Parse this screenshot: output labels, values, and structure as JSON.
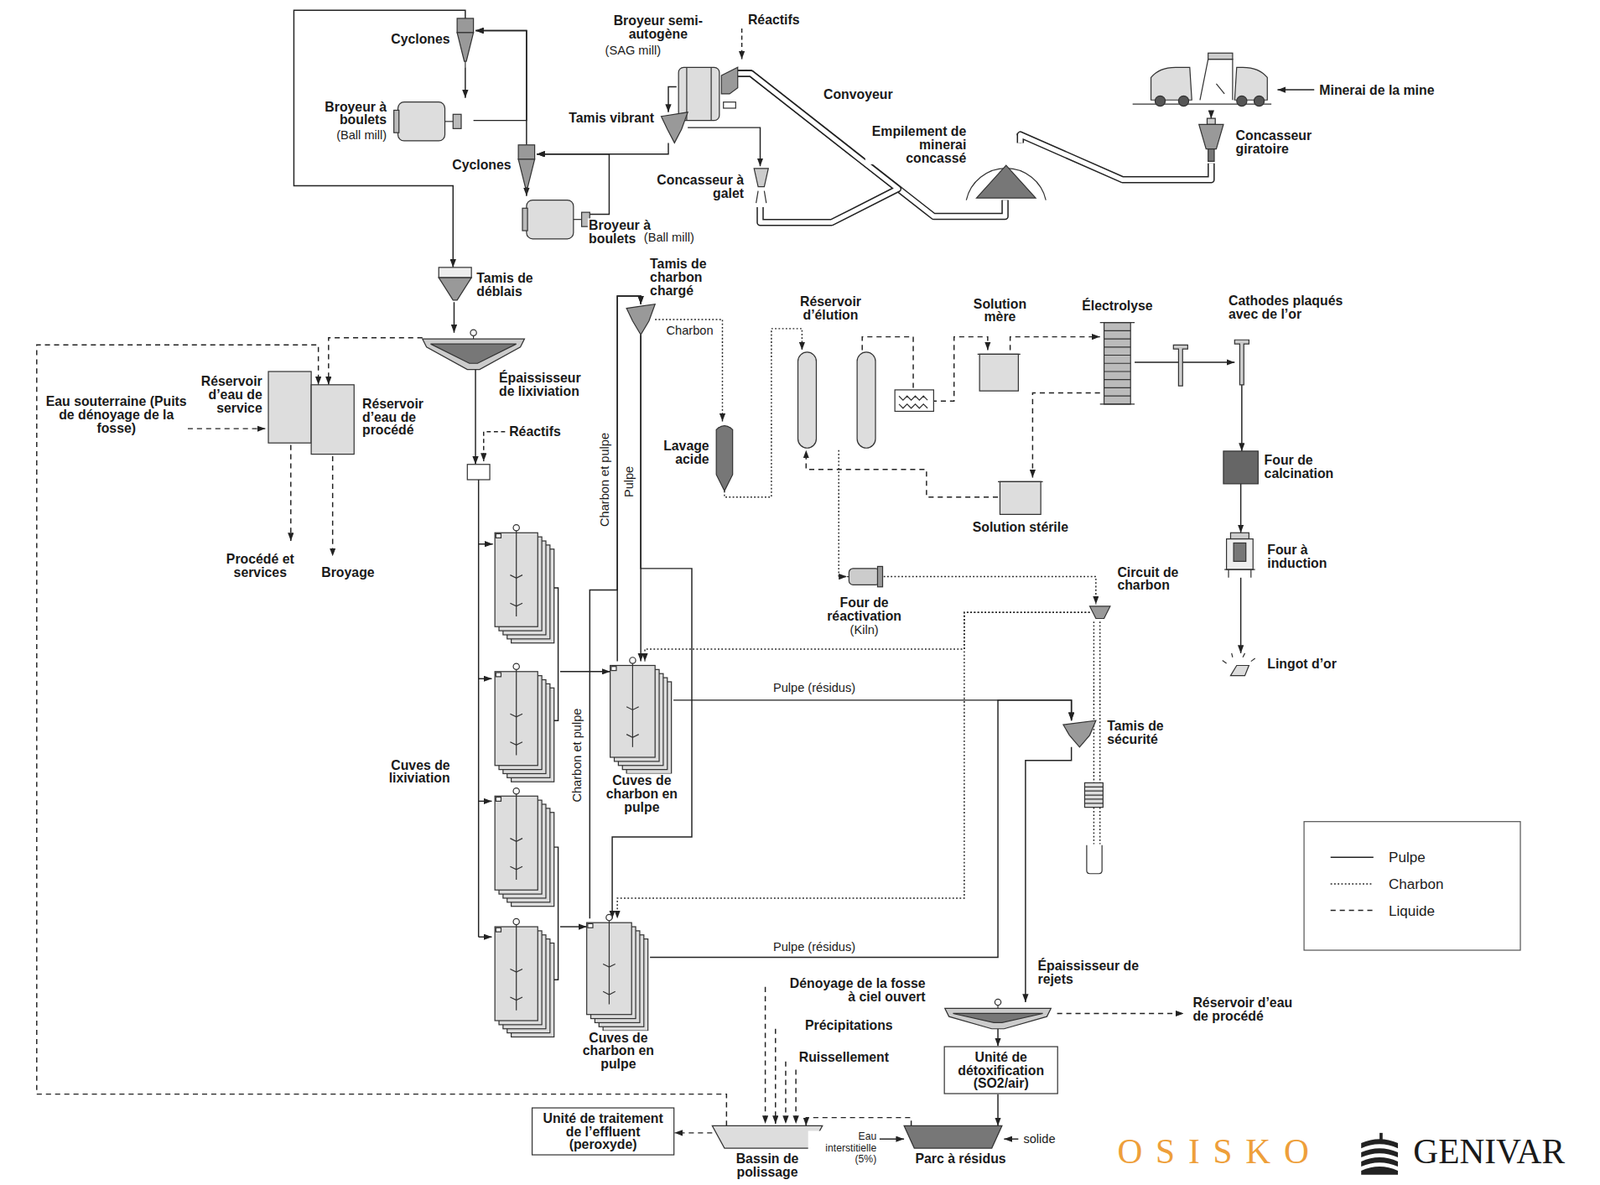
{
  "diagram": {
    "nodes": [
      {
        "text": [
          "Minerai de la mine"
        ]
      },
      {
        "text": [
          "Concasseur giratoire"
        ]
      },
      {
        "text": [
          "Empilement de minerai concassé"
        ]
      },
      {
        "text": [
          "Broyeur semi-autogène",
          "(SAG mill)"
        ]
      },
      {
        "text": [
          "Tamis vibrant"
        ]
      },
      {
        "text": [
          "Concasseur à galet"
        ]
      },
      {
        "text": [
          "Cyclones"
        ]
      },
      {
        "text": [
          "Broyeur à boulets",
          "(Ball mill)"
        ]
      },
      {
        "text": [
          "Cyclones"
        ]
      },
      {
        "text": [
          "Broyeur à boulets",
          "(Ball mill)"
        ]
      },
      {
        "text": [
          "Tamis de déblais"
        ]
      },
      {
        "text": [
          "Épaississeur de lixiviation"
        ]
      },
      {
        "text": [
          "Réservoir d’eau de service"
        ]
      },
      {
        "text": [
          "Réservoir d’eau de procédé"
        ]
      },
      {
        "text": [
          "Réactifs"
        ]
      },
      {
        "text": [
          "Cuves de lixiviation"
        ]
      },
      {
        "text": [
          "Cuves de charbon en pulpe"
        ]
      },
      {
        "text": [
          "Cuves de charbon en pulpe"
        ]
      },
      {
        "text": [
          "Tamis de charbon chargé"
        ]
      },
      {
        "text": [
          "Lavage acide"
        ]
      },
      {
        "text": [
          "Réservoir d’élution"
        ]
      },
      {
        "text": [
          "Solution mère"
        ]
      },
      {
        "text": [
          "Électrolyse"
        ]
      },
      {
        "text": [
          "Cathodes plaqués avec de l’or"
        ]
      },
      {
        "text": [
          "Four de calcination"
        ]
      },
      {
        "text": [
          "Four à induction"
        ]
      },
      {
        "text": [
          "Lingot d’or"
        ]
      },
      {
        "text": [
          "Solution stérile"
        ]
      },
      {
        "text": [
          "Four de réactivation",
          "(Kiln)"
        ]
      },
      {
        "text": [
          "Circuit de charbon"
        ]
      },
      {
        "text": [
          "Tamis de sécurité"
        ]
      },
      {
        "text": [
          "Épaississeur de rejets"
        ]
      },
      {
        "text": [
          "Unité de détoxification (SO2/air)"
        ]
      },
      {
        "text": [
          "Parc à résidus"
        ]
      },
      {
        "text": [
          "Bassin de polissage"
        ]
      },
      {
        "text": [
          "Unité de traitement de l’effluent (peroxyde)"
        ]
      }
    ],
    "edges": [
      {
        "from": 0,
        "to": 1,
        "arrow": "to"
      },
      {
        "from": 1,
        "to": 2,
        "arrow": "to"
      },
      {
        "from": 2,
        "to": 3,
        "arrow": "to"
      },
      {
        "from": 3,
        "to": 4,
        "arrow": "to"
      },
      {
        "from": 4,
        "to": 5,
        "arrow": "to"
      },
      {
        "from": 5,
        "to": 3,
        "arrow": "to"
      },
      {
        "from": 4,
        "to": 8,
        "arrow": "to"
      },
      {
        "from": 8,
        "to": 9,
        "arrow": "to"
      },
      {
        "from": 9,
        "to": 8,
        "arrow": "to"
      },
      {
        "from": 8,
        "to": 6,
        "arrow": "to"
      },
      {
        "from": 6,
        "to": 7,
        "arrow": "to"
      },
      {
        "from": 7,
        "to": 6,
        "arrow": "to"
      },
      {
        "from": 6,
        "to": 10,
        "arrow": "to"
      },
      {
        "from": 10,
        "to": 11,
        "arrow": "to"
      },
      {
        "from": 11,
        "to": 14,
        "arrow": "to"
      },
      {
        "from": 11,
        "to": 13,
        "arrow": "to"
      },
      {
        "from": 14,
        "to": 15,
        "arrow": "to"
      },
      {
        "from": 15,
        "to": 16,
        "arrow": "to"
      },
      {
        "from": 15,
        "to": 17,
        "arrow": "to"
      },
      {
        "from": 16,
        "to": 18,
        "arrow": "to",
        "label": "Charbon et pulpe"
      },
      {
        "from": 18,
        "to": 16,
        "arrow": "to",
        "label": "Pulpe"
      },
      {
        "from": 17,
        "to": 18,
        "arrow": "to",
        "label": "Charbon et pulpe"
      },
      {
        "from": 18,
        "to": 17,
        "arrow": "to"
      },
      {
        "from": 18,
        "to": 19,
        "arrow": "to",
        "label": "Charbon"
      },
      {
        "from": 19,
        "to": 20,
        "arrow": "to"
      },
      {
        "from": 20,
        "to": 28,
        "arrow": "to"
      },
      {
        "from": 28,
        "to": 29,
        "arrow": "to"
      },
      {
        "from": 29,
        "to": 16,
        "arrow": "to"
      },
      {
        "from": 29,
        "to": 17,
        "arrow": "to"
      },
      {
        "from": 20,
        "to": 21,
        "arrow": "to"
      },
      {
        "from": 21,
        "to": 22,
        "arrow": "to"
      },
      {
        "from": 22,
        "to": 27,
        "arrow": "to"
      },
      {
        "from": 27,
        "to": 20,
        "arrow": "to"
      },
      {
        "from": 22,
        "to": 23,
        "arrow": "to"
      },
      {
        "from": 23,
        "to": 24,
        "arrow": "to"
      },
      {
        "from": 24,
        "to": 25,
        "arrow": "to"
      },
      {
        "from": 25,
        "to": 26,
        "arrow": "to"
      },
      {
        "from": 16,
        "to": 30,
        "arrow": "to",
        "label": "Pulpe (résidus)"
      },
      {
        "from": 17,
        "to": 30,
        "arrow": "to",
        "label": "Pulpe (résidus)"
      },
      {
        "from": 30,
        "to": 31,
        "arrow": "to"
      },
      {
        "from": 31,
        "to": 32,
        "arrow": "to"
      },
      {
        "from": 32,
        "to": 33,
        "arrow": "to"
      },
      {
        "from": 33,
        "to": 34,
        "arrow": "to"
      },
      {
        "from": 34,
        "to": 35,
        "arrow": "to"
      },
      {
        "from": 34,
        "to": 13,
        "arrow": "to"
      }
    ],
    "labels": [
      "Réactifs",
      "Convoyeur",
      "Eau souterraine (Puits de dénoyage de la fosse)",
      "Procédé et services",
      "Broyage",
      "Dénoyage de la fosse à ciel ouvert",
      "Précipitations",
      "Ruissellement",
      "Eau interstitielle (5%)",
      "solide",
      "Réservoir d’eau de procédé",
      "OSISKO",
      "GENIVAR"
    ],
    "legend": [
      {
        "text": "Pulpe"
      },
      {
        "text": "Charbon"
      },
      {
        "text": "Liquide"
      }
    ]
  }
}
